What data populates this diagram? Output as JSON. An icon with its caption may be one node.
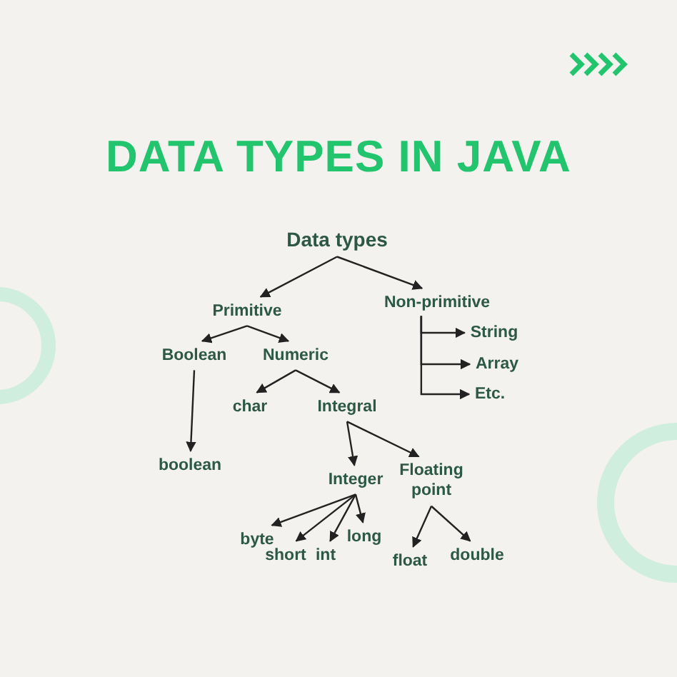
{
  "diagram": {
    "title": "DATA TYPES IN JAVA",
    "nodes": [
      {
        "text": [
          "Data types"
        ]
      },
      {
        "text": [
          "Primitive"
        ]
      },
      {
        "text": [
          "Non-primitive"
        ]
      },
      {
        "text": [
          "Boolean"
        ]
      },
      {
        "text": [
          "Numeric"
        ]
      },
      {
        "text": [
          "String"
        ]
      },
      {
        "text": [
          "Array"
        ]
      },
      {
        "text": [
          "Etc."
        ]
      },
      {
        "text": [
          "char"
        ]
      },
      {
        "text": [
          "Integral"
        ]
      },
      {
        "text": [
          "boolean"
        ]
      },
      {
        "text": [
          "Integer"
        ]
      },
      {
        "text": [
          "Floating point"
        ]
      },
      {
        "text": [
          "byte"
        ]
      },
      {
        "text": [
          "short"
        ]
      },
      {
        "text": [
          "int"
        ]
      },
      {
        "text": [
          "long"
        ]
      },
      {
        "text": [
          "float"
        ]
      },
      {
        "text": [
          "double"
        ]
      }
    ],
    "edges": [
      {
        "from": 0,
        "to": 1,
        "arrow": "to"
      },
      {
        "from": 0,
        "to": 2,
        "arrow": "to"
      },
      {
        "from": 1,
        "to": 3,
        "arrow": "to"
      },
      {
        "from": 1,
        "to": 4,
        "arrow": "to"
      },
      {
        "from": 2,
        "to": 5,
        "arrow": "to"
      },
      {
        "from": 2,
        "to": 6,
        "arrow": "to"
      },
      {
        "from": 2,
        "to": 7,
        "arrow": "to"
      },
      {
        "from": 4,
        "to": 8,
        "arrow": "to"
      },
      {
        "from": 4,
        "to": 9,
        "arrow": "to"
      },
      {
        "from": 3,
        "to": 10,
        "arrow": "to"
      },
      {
        "from": 9,
        "to": 11,
        "arrow": "to"
      },
      {
        "from": 9,
        "to": 12,
        "arrow": "to"
      },
      {
        "from": 11,
        "to": 13,
        "arrow": "to"
      },
      {
        "from": 11,
        "to": 14,
        "arrow": "to"
      },
      {
        "from": 11,
        "to": 15,
        "arrow": "to"
      },
      {
        "from": 11,
        "to": 16,
        "arrow": "to"
      },
      {
        "from": 12,
        "to": 17,
        "arrow": "to"
      },
      {
        "from": 12,
        "to": 18,
        "arrow": "to"
      }
    ]
  }
}
